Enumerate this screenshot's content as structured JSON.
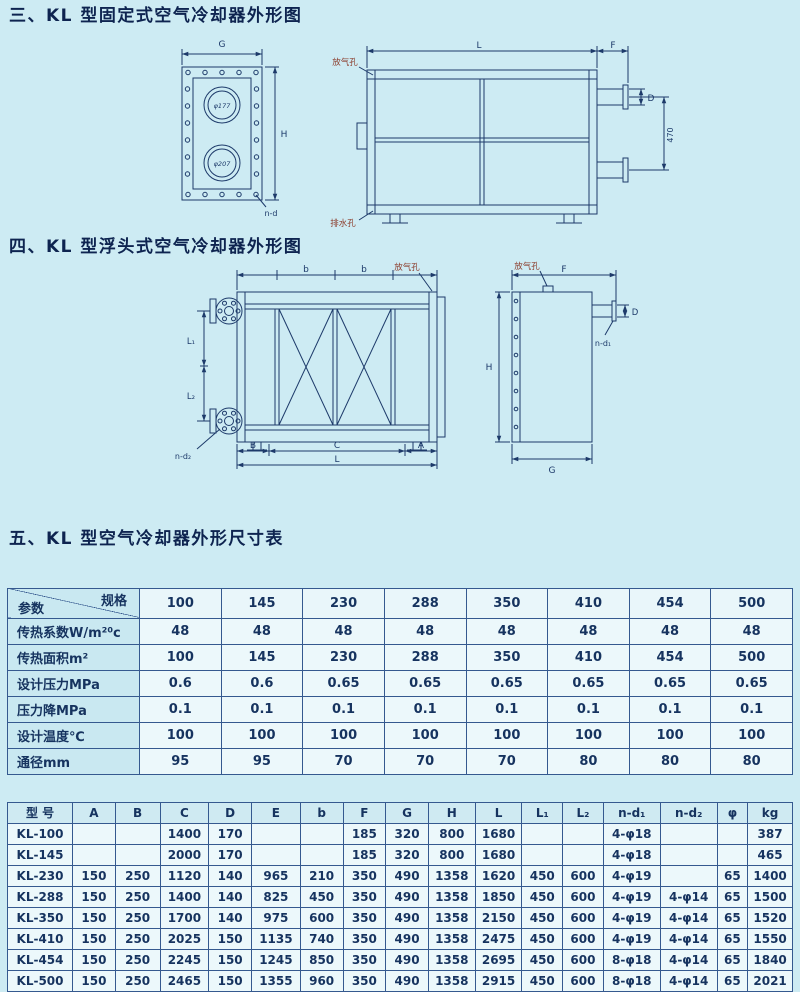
{
  "page": {
    "bg_color": "#cdebf3",
    "line_color": "#1d3a6a",
    "annotation_color": "#8d4030",
    "border_color": "#35598f"
  },
  "sections": [
    {
      "title": "三、KL 型固定式空气冷却器外形图"
    },
    {
      "title": "四、KL 型浮头式空气冷却器外形图"
    },
    {
      "title": "五、KL 型空气冷却器外形尺寸表"
    }
  ],
  "drawing_fixed": {
    "g": "G",
    "h": "H",
    "nd": "n-d",
    "l": "L",
    "f": "F",
    "d": "D",
    "v470": "470",
    "circle_top": "φ177",
    "circle_bottom": "φ207",
    "vent": "放气孔",
    "drain": "排水孔"
  },
  "drawing_float": {
    "b1": "b",
    "b2": "b",
    "l1": "L₁",
    "l2": "L₂",
    "bdim": "B",
    "c": "C",
    "a": "A",
    "l": "L",
    "nd2": "n-d₂",
    "vent": "放气孔",
    "end": {
      "f": "F",
      "d": "D",
      "nd1": "n-d₁",
      "h": "H",
      "g": "G",
      "vent": "放气孔"
    }
  },
  "spec_table": {
    "corner_top": "规格",
    "corner_bottom": "参数",
    "columns": [
      "100",
      "145",
      "230",
      "288",
      "350",
      "410",
      "454",
      "500"
    ],
    "rows": [
      {
        "label": "传热系数W/m²⁰c",
        "values": [
          "48",
          "48",
          "48",
          "48",
          "48",
          "48",
          "48",
          "48"
        ]
      },
      {
        "label": "传热面积m²",
        "values": [
          "100",
          "145",
          "230",
          "288",
          "350",
          "410",
          "454",
          "500"
        ]
      },
      {
        "label": "设计压力MPa",
        "values": [
          "0.6",
          "0.6",
          "0.65",
          "0.65",
          "0.65",
          "0.65",
          "0.65",
          "0.65"
        ]
      },
      {
        "label": "压力降MPa",
        "values": [
          "0.1",
          "0.1",
          "0.1",
          "0.1",
          "0.1",
          "0.1",
          "0.1",
          "0.1"
        ]
      },
      {
        "label": "设计温度℃",
        "values": [
          "100",
          "100",
          "100",
          "100",
          "100",
          "100",
          "100",
          "100"
        ]
      },
      {
        "label": "通径mm",
        "values": [
          "95",
          "95",
          "70",
          "70",
          "70",
          "80",
          "80",
          "80"
        ]
      }
    ]
  },
  "dim_table": {
    "headers": [
      "型  号",
      "A",
      "B",
      "C",
      "D",
      "E",
      "b",
      "F",
      "G",
      "H",
      "L",
      "L₁",
      "L₂",
      "n-d₁",
      "n-d₂",
      "φ",
      "kg"
    ],
    "rows": [
      {
        "model": "KL-100",
        "values": [
          "",
          "",
          "1400",
          "170",
          "",
          "",
          "185",
          "320",
          "800",
          "1680",
          "",
          "",
          "4-φ18",
          "",
          "",
          "387"
        ]
      },
      {
        "model": "KL-145",
        "values": [
          "",
          "",
          "2000",
          "170",
          "",
          "",
          "185",
          "320",
          "800",
          "1680",
          "",
          "",
          "4-φ18",
          "",
          "",
          "465"
        ]
      },
      {
        "model": "KL-230",
        "values": [
          "150",
          "250",
          "1120",
          "140",
          "965",
          "210",
          "350",
          "490",
          "1358",
          "1620",
          "450",
          "600",
          "4-φ19",
          "",
          "65",
          "1400"
        ]
      },
      {
        "model": "KL-288",
        "values": [
          "150",
          "250",
          "1400",
          "140",
          "825",
          "450",
          "350",
          "490",
          "1358",
          "1850",
          "450",
          "600",
          "4-φ19",
          "4-φ14",
          "65",
          "1500"
        ]
      },
      {
        "model": "KL-350",
        "values": [
          "150",
          "250",
          "1700",
          "140",
          "975",
          "600",
          "350",
          "490",
          "1358",
          "2150",
          "450",
          "600",
          "4-φ19",
          "4-φ14",
          "65",
          "1520"
        ]
      },
      {
        "model": "KL-410",
        "values": [
          "150",
          "250",
          "2025",
          "150",
          "1135",
          "740",
          "350",
          "490",
          "1358",
          "2475",
          "450",
          "600",
          "4-φ19",
          "4-φ14",
          "65",
          "1550"
        ]
      },
      {
        "model": "KL-454",
        "values": [
          "150",
          "250",
          "2245",
          "150",
          "1245",
          "850",
          "350",
          "490",
          "1358",
          "2695",
          "450",
          "600",
          "8-φ18",
          "4-φ14",
          "65",
          "1840"
        ]
      },
      {
        "model": "KL-500",
        "values": [
          "150",
          "250",
          "2465",
          "150",
          "1355",
          "960",
          "350",
          "490",
          "1358",
          "2915",
          "450",
          "600",
          "8-φ18",
          "4-φ14",
          "65",
          "2021"
        ]
      }
    ]
  }
}
